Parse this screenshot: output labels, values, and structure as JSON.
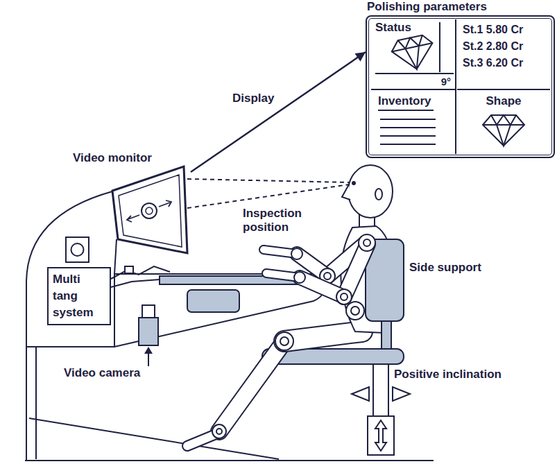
{
  "diagram": {
    "nodes": [
      {
        "text": [
          "Polishing parameters"
        ]
      },
      {
        "text": [
          "Status",
          "9°"
        ],
        "in": 0
      },
      {
        "text": [
          "St.1 5.80 Cr",
          "St.2 2.80 Cr",
          "St.3 6.20 Cr"
        ],
        "in": 0
      },
      {
        "text": [
          "Inventory"
        ],
        "in": 0
      },
      {
        "text": [
          "Shape"
        ],
        "in": 0
      },
      {
        "text": [
          "Video monitor"
        ]
      },
      {
        "text": [
          "Multi tang system"
        ]
      }
    ],
    "edges": [
      {
        "from": 5,
        "to": 0,
        "arrow": "to",
        "label": "Display"
      }
    ],
    "labels": [
      "Inspection position",
      "Side support",
      "Video camera",
      "Positive inclination"
    ]
  }
}
